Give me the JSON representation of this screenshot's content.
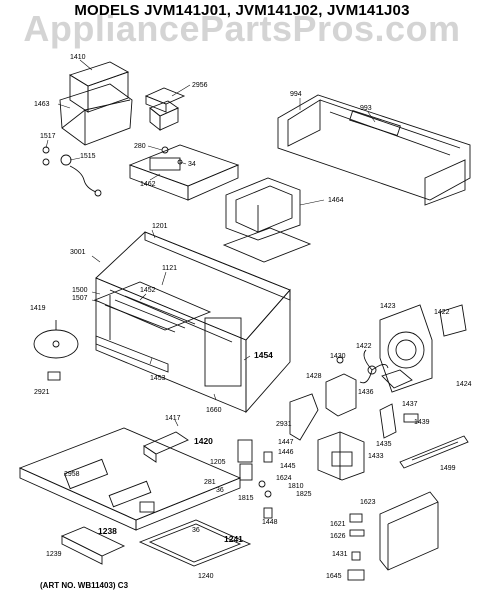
{
  "header": {
    "title": "MODELS JVM141J01, JVM141J02, JVM141J03",
    "watermark": "AppliancePartsPros.com"
  },
  "footer": {
    "art_number": "(ART NO. WB11403) C3"
  },
  "part_labels": {
    "p1410": "1410",
    "p1463": "1463",
    "p2956": "2956",
    "p1517": "1517",
    "p1515": "1515",
    "p280": "280",
    "p34": "34",
    "p1462": "1462",
    "p994": "994",
    "p993": "993",
    "p1464": "1464",
    "p3001": "3001",
    "p1201": "1201",
    "p1121": "1121",
    "p1500": "1500",
    "p1507": "1507",
    "p1452": "1452",
    "p1419": "1419",
    "p2921": "2921",
    "p1453": "1453",
    "p1454": "1454",
    "p1417": "1417",
    "p1660": "1660",
    "p1423": "1423",
    "p1422a": "1422",
    "p1422b": "1422",
    "p1430": "1430",
    "p1428": "1428",
    "p1436": "1436",
    "p1424": "1424",
    "p1437": "1437",
    "p1439": "1439",
    "p1435": "1435",
    "p2931": "2931",
    "p1420": "1420",
    "p1447": "1447",
    "p1446": "1446",
    "p1205": "1205",
    "p1445": "1445",
    "p1624": "1624",
    "p1433": "1433",
    "p1499": "1499",
    "p1815": "1815",
    "p1810": "1810",
    "p1825": "1825",
    "p2958": "2958",
    "p281": "281",
    "p36a": "36",
    "p36b": "36",
    "p1448": "1448",
    "p1623": "1623",
    "p1241": "1241",
    "p1238": "1238",
    "p1239": "1239",
    "p1621": "1621",
    "p1626": "1626",
    "p1431": "1431",
    "p1240": "1240",
    "p1645": "1645"
  }
}
